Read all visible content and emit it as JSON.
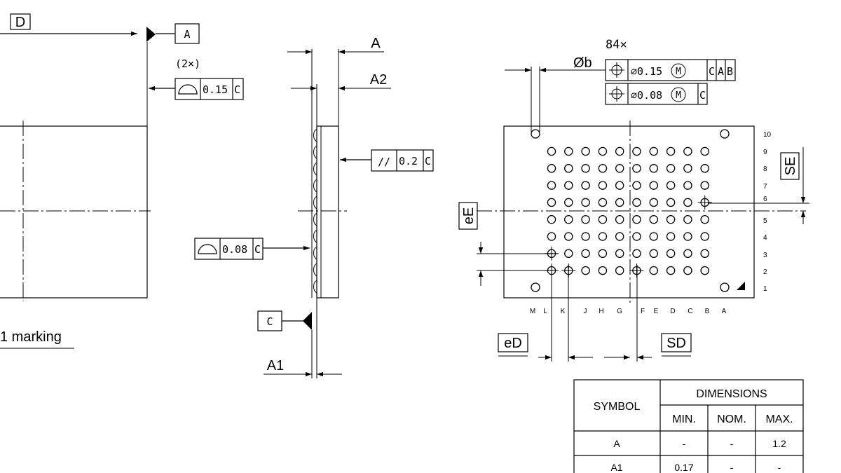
{
  "datums": {
    "d": "D",
    "a": "A",
    "c": "C"
  },
  "left_view": {
    "count_note": "(2×)",
    "profile_value": "0.15",
    "profile_datum": "C",
    "marking_note": "1 marking"
  },
  "side_view": {
    "dim_a": "A",
    "dim_a2": "A2",
    "dim_a1": "A1",
    "parallel_symbol": "//",
    "parallel_value": "0.2",
    "parallel_datum": "C",
    "profile_value": "0.08",
    "profile_datum": "C"
  },
  "bottom_view": {
    "ball_count": "84×",
    "ball_diameter_label": "Øb",
    "fcf1": {
      "value": "⌀0.15",
      "modifier": "M",
      "datum1": "C",
      "datum2": "A",
      "datum3": "B"
    },
    "fcf2": {
      "value": "⌀0.08",
      "modifier": "M",
      "datum1": "C"
    },
    "pitch_e": "eE",
    "pitch_d": "eD",
    "offset_e": "SE",
    "offset_d": "SD",
    "row_labels": [
      "10",
      "9",
      "8",
      "7",
      "6",
      "5",
      "4",
      "3",
      "2",
      "1"
    ],
    "column_labels": [
      "M",
      "L",
      "K",
      "J",
      "H",
      "G",
      "F",
      "E",
      "D",
      "C",
      "B",
      "A"
    ],
    "ball_rows": 8,
    "ball_cols": 10
  },
  "table": {
    "symbol_header": "SYMBOL",
    "dimensions_header": "DIMENSIONS",
    "sub_headers": [
      "MIN.",
      "NOM.",
      "MAX."
    ],
    "rows": [
      {
        "symbol": "A",
        "min": "-",
        "nom": "-",
        "max": "1.2"
      },
      {
        "symbol": "A1",
        "min": "0.17",
        "nom": "-",
        "max": "-"
      }
    ]
  }
}
